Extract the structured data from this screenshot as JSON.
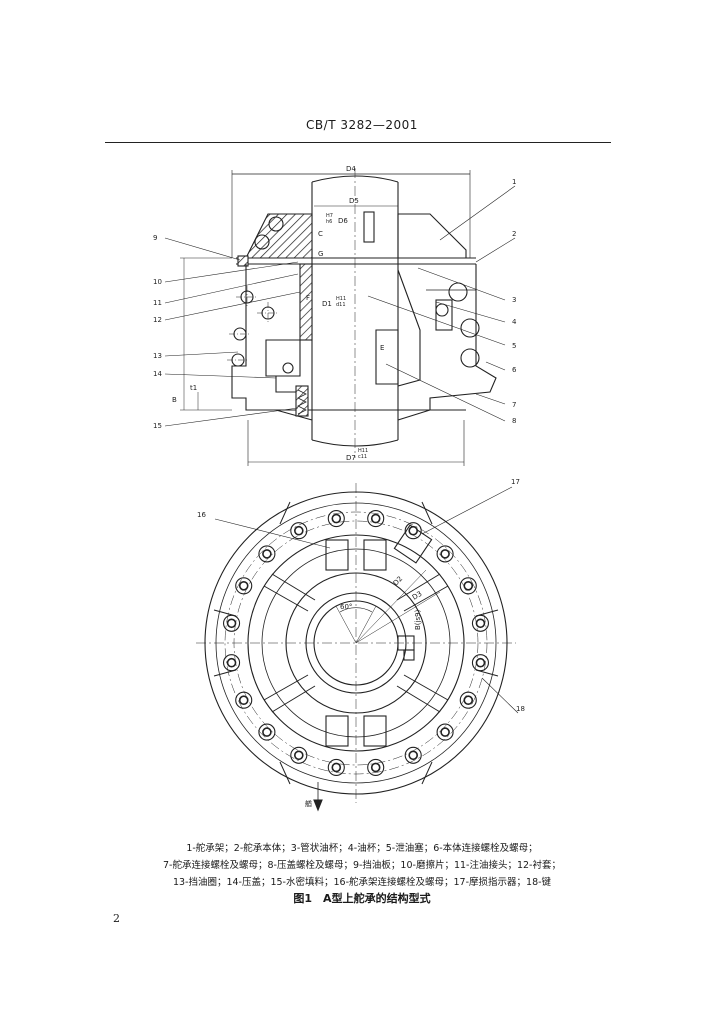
{
  "header": {
    "standard_code": "CB/T 3282—2001"
  },
  "figure": {
    "section_labels": {
      "d4": "D4",
      "d5": "D5",
      "d6": "D6",
      "d7": "D7",
      "d1": "D1",
      "c": "C",
      "g": "G",
      "f": "F",
      "e": "E",
      "b": "B",
      "t1": "t1",
      "fit_top": "H7",
      "fit_top_sub": "h6",
      "fit_mid": "H11",
      "fit_mid_sub": "d11",
      "fit_bot": "H11",
      "fit_bot_sub": "c11",
      "part_numbers": [
        "1",
        "2",
        "3",
        "4",
        "5",
        "6",
        "7",
        "8",
        "9",
        "10",
        "11",
        "12",
        "13",
        "14",
        "15"
      ]
    },
    "plan_labels": {
      "part_numbers": [
        "16",
        "17",
        "18"
      ],
      "angle": "60°",
      "bore_fit": "B(js9)",
      "bow_mark": "艏",
      "d2": "D2",
      "d3": "D3"
    }
  },
  "caption": {
    "line1": "1-舵承架；2-舵承本体；3-管状油杯；4-油杯；5-泄油塞；6-本体连接螺栓及螺母；",
    "line2": "7-舵承连接螺栓及螺母；8-压盖螺栓及螺母；9-挡油板；10-磨擦片；11-注油接头；12-衬套；",
    "line3": "13-挡油圈；14-压盖；15-水密填料；16-舵承架连接螺栓及螺母；17-摩损指示器；18-键",
    "title": "图1　A型上舵承的结构型式"
  },
  "page_number": "2"
}
